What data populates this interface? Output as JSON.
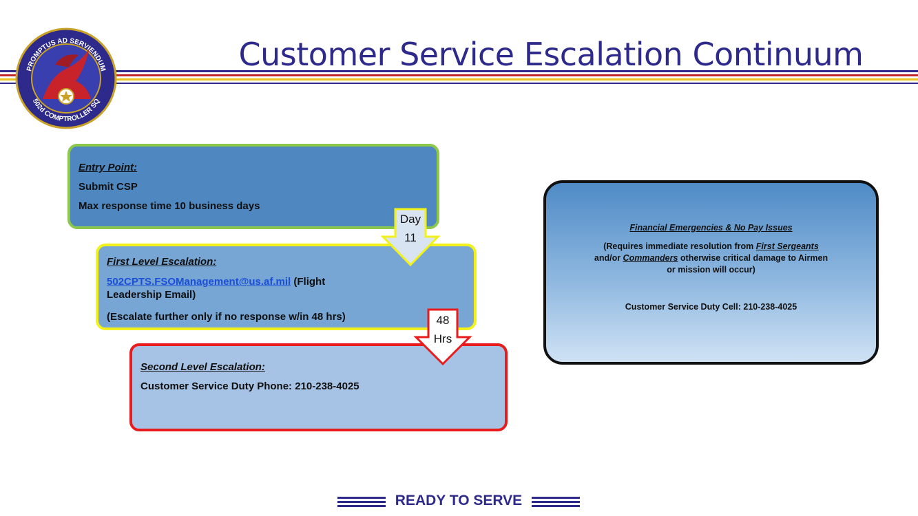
{
  "header": {
    "title": "Customer Service Escalation Continuum",
    "logo_text_top": "PROMPTUS AD SERVIENDUM",
    "logo_text_bottom": "502d COMPTROLLER SQ"
  },
  "entry": {
    "title": "Entry Point:",
    "line1": "Submit CSP",
    "line2": "Max response time 10 business days"
  },
  "arrow1": {
    "line1": "Day",
    "line2": "11"
  },
  "first": {
    "title": "First Level Escalation:",
    "email": "502CPTS.FSOManagement@us.af.mil",
    "email_suffix": " (Flight",
    "line2": "Leadership Email)",
    "line3": "(Escalate further only if no response w/in 48 hrs)"
  },
  "arrow2": {
    "line1": "48",
    "line2": "Hrs"
  },
  "second": {
    "title": "Second Level Escalation:",
    "line1": "Customer Service Duty Phone: 210-238-4025"
  },
  "side": {
    "heading": "Financial  Emergencies & No Pay Issues",
    "p1a": "(Requires immediate resolution from ",
    "p1b": "First Sergeants",
    "p2a": "and/or ",
    "p2b": "Commanders",
    "p2c": " otherwise critical damage to Airmen",
    "p3": "or mission will occur)",
    "contact": "Customer Service Duty Cell:  210-238-4025"
  },
  "footer": {
    "text": "READY TO SERVE"
  },
  "colors": {
    "navy": "#2e2a8c",
    "red_stripe": "#c0282d",
    "gold_stripe": "#e8c21a",
    "entry_border": "#8cc84b",
    "first_border": "#f2f21a",
    "second_border": "#e81c1c"
  }
}
